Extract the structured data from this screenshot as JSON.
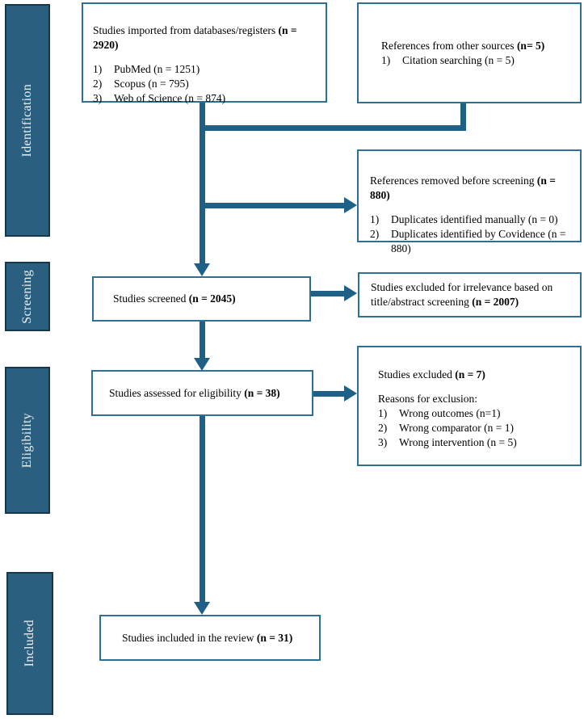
{
  "colors": {
    "background": "#ffffff",
    "barFill": "#2a5f80",
    "barBorder": "#16384e",
    "barText": "#eef2f4",
    "boxBorder": "#2e7092",
    "arrow": "#1f6186"
  },
  "stages": [
    {
      "label": "Identification"
    },
    {
      "label": "Screening"
    },
    {
      "label": "Eligibility"
    },
    {
      "label": "Included"
    }
  ],
  "boxes": {
    "imported": {
      "title": "Studies imported from databases/registers",
      "count": "(n = 2920)",
      "items": [
        {
          "num": "1)",
          "text": "PubMed (n = 1251)"
        },
        {
          "num": "2)",
          "text": "Scopus (n = 795)"
        },
        {
          "num": "3)",
          "text": "Web of Science (n = 874)"
        }
      ]
    },
    "other_sources": {
      "title": "References from other sources",
      "count": "(n= 5)",
      "items": [
        {
          "num": "1)",
          "text": "Citation searching (n = 5)"
        }
      ]
    },
    "removed": {
      "title": "References removed before screening",
      "count": "(n = 880)",
      "items": [
        {
          "num": "1)",
          "text": "Duplicates identified manually (n = 0)"
        },
        {
          "num": "2)",
          "text": "Duplicates identified by Covidence  (n = 880)"
        }
      ]
    },
    "screened": {
      "title": "Studies screened",
      "count": "(n = 2045)"
    },
    "excluded_screening": {
      "title": "Studies excluded for irrelevance based on title/abstract screening",
      "count": "(n = 2007)"
    },
    "assessed": {
      "title": "Studies assessed for eligibility",
      "count": "(n = 38)"
    },
    "excluded_eligibility": {
      "title": "Studies excluded",
      "count": "(n = 7)",
      "subtitle": "Reasons for exclusion:",
      "items": [
        {
          "num": "1)",
          "text": "Wrong outcomes (n=1)"
        },
        {
          "num": "2)",
          "text": "Wrong comparator  (n = 1)"
        },
        {
          "num": "3)",
          "text": "Wrong intervention (n = 5)"
        }
      ]
    },
    "included": {
      "title": "Studies included in the review",
      "count": "(n = 31)"
    }
  }
}
